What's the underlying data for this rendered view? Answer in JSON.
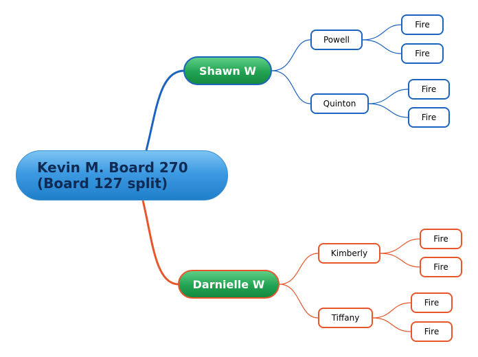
{
  "root": {
    "line1": "Kevin M. Board 270",
    "line2": "(Board 127 split)"
  },
  "branches": [
    {
      "label": "Shawn W",
      "color": "#1c63c0",
      "children": [
        {
          "label": "Powell",
          "leaves": [
            "Fire",
            "Fire"
          ]
        },
        {
          "label": "Quinton",
          "leaves": [
            "Fire",
            "Fire"
          ]
        }
      ]
    },
    {
      "label": "Darnielle W",
      "color": "#e8552a",
      "children": [
        {
          "label": "Kimberly",
          "leaves": [
            "Fire",
            "Fire"
          ]
        },
        {
          "label": "Tiffany",
          "leaves": [
            "Fire",
            "Fire"
          ]
        }
      ]
    }
  ]
}
